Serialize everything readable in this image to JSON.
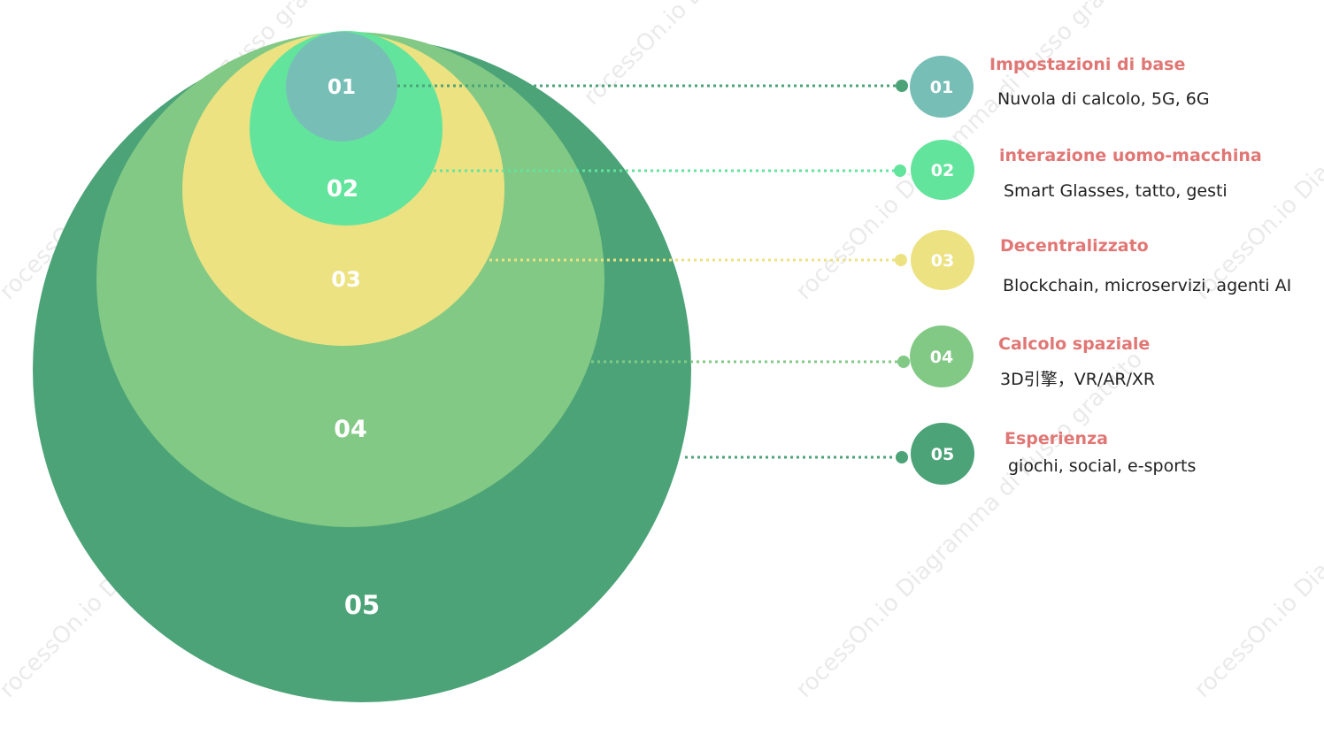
{
  "watermark": "rocessOn.io Diagramma di flusso gratuito",
  "colors": {
    "level_01": "#77bfb6",
    "level_02": "#63e49c",
    "level_03": "#ece282",
    "level_04": "#82c985",
    "level_05": "#4ba377",
    "title": "#e07775",
    "text": "#222222"
  },
  "levels": [
    {
      "number": "01",
      "title": "Impostazioni di base",
      "description": "Nuvola di calcolo, 5G, 6G"
    },
    {
      "number": "02",
      "title": "interazione uomo-macchina",
      "description": "Smart Glasses, tatto, gesti"
    },
    {
      "number": "03",
      "title": "Decentralizzato",
      "description": "Blockchain, microservizi, agenti AI"
    },
    {
      "number": "04",
      "title": "Calcolo spaziale",
      "description": "3D引擎，VR/AR/XR"
    },
    {
      "number": "05",
      "title": "Esperienza",
      "description": "giochi, social, e-sports"
    }
  ]
}
